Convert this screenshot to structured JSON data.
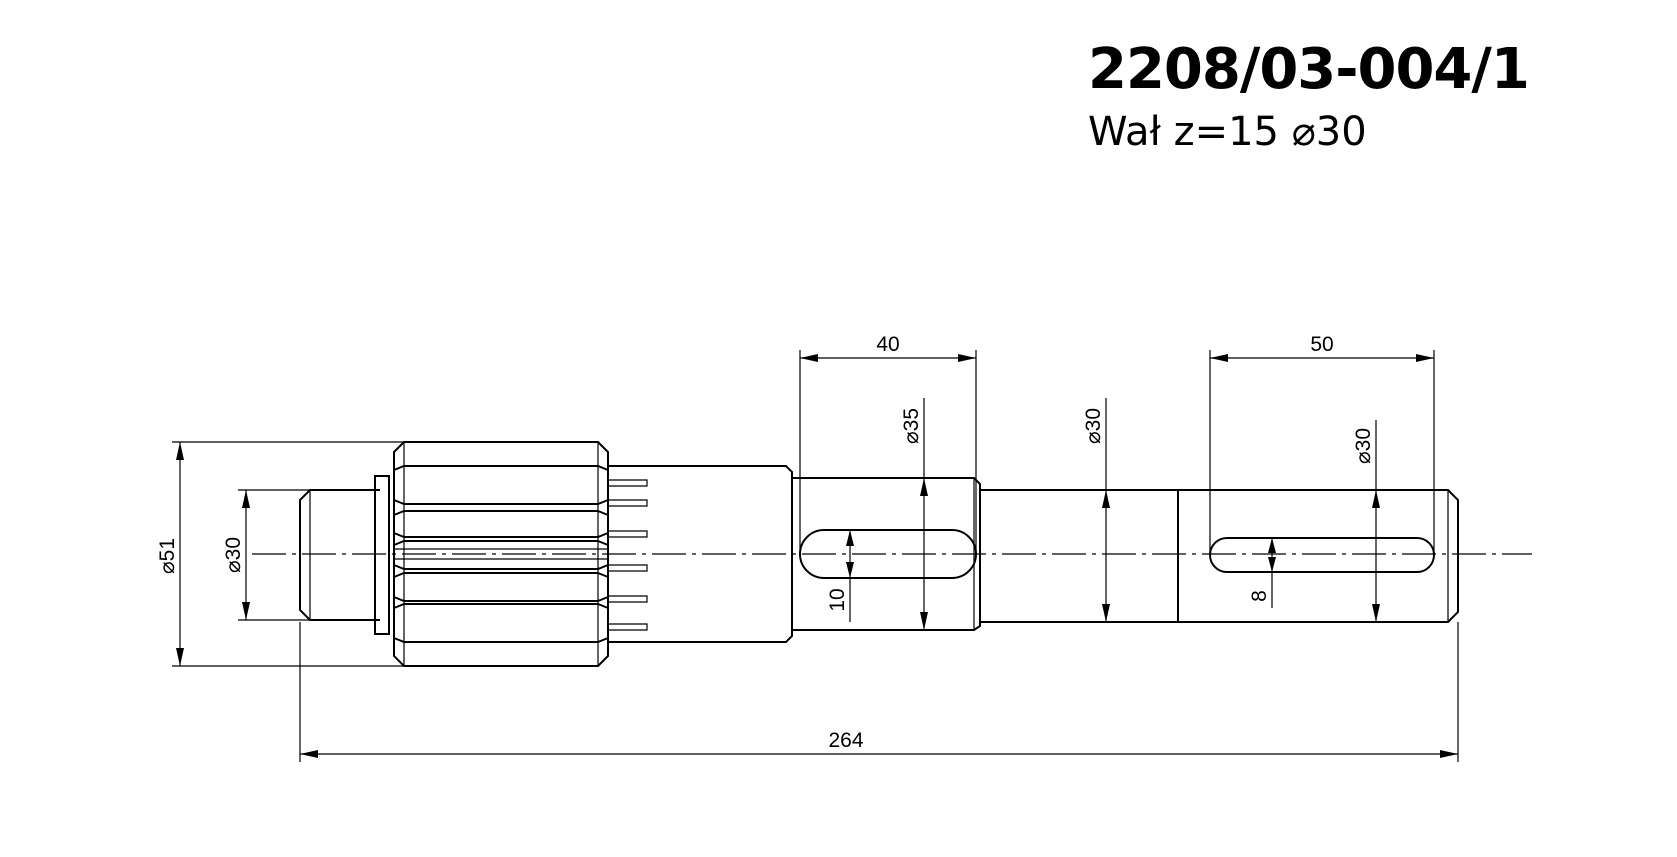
{
  "title": {
    "part_number": "2208/03-004/1",
    "part_name": "Wał z=15 ⌀30"
  },
  "dimensions": {
    "d_gear": "⌀51",
    "d_left_journal": "⌀30",
    "keyway1_length": "40",
    "d_keyway1_seat": "⌀35",
    "keyway1_width": "10",
    "d_middle": "⌀30",
    "keyway2_length": "50",
    "d_right_end": "⌀30",
    "keyway2_width": "8",
    "overall_length": "264"
  }
}
